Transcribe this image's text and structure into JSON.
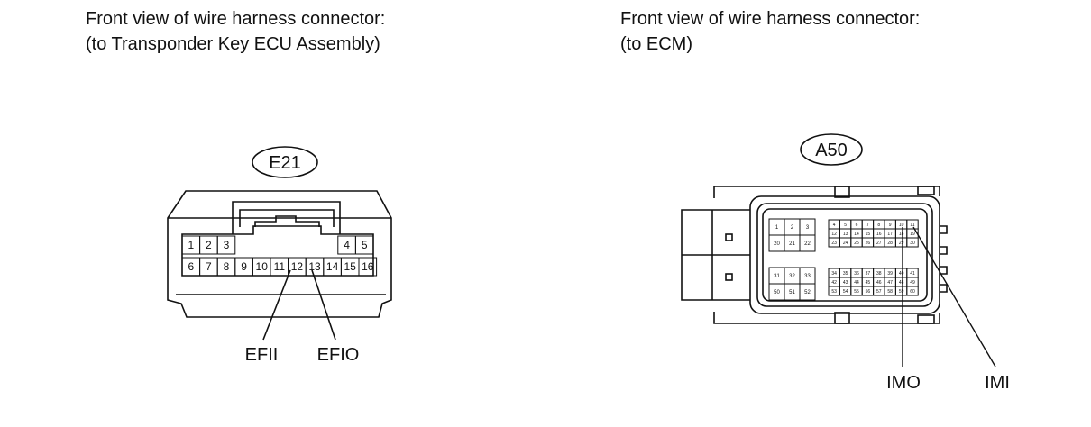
{
  "left": {
    "caption": [
      "Front view of wire harness connector:",
      "(to Transponder Key ECU Assembly)"
    ],
    "connector_id": "E21",
    "top_row_left": [
      "1",
      "2",
      "3"
    ],
    "top_row_right": [
      "4",
      "5"
    ],
    "bottom_row": [
      "6",
      "7",
      "8",
      "9",
      "10",
      "11",
      "12",
      "13",
      "14",
      "15",
      "16"
    ],
    "signals": [
      {
        "name": "EFII",
        "pin": "12"
      },
      {
        "name": "EFIO",
        "pin": "13"
      }
    ]
  },
  "right": {
    "caption": [
      "Front view of wire harness connector:",
      "(to ECM)"
    ],
    "connector_id": "A50",
    "upper_left_pins": [
      [
        "1",
        "2",
        "3"
      ],
      [
        "20",
        "21",
        "22"
      ]
    ],
    "upper_right_pins": [
      [
        "4",
        "5",
        "6",
        "7",
        "8",
        "9",
        "10",
        "11"
      ],
      [
        "12",
        "13",
        "14",
        "15",
        "16",
        "17",
        "18",
        "19"
      ],
      [
        "23",
        "24",
        "25",
        "26",
        "27",
        "28",
        "29",
        "30"
      ]
    ],
    "lower_left_pins": [
      [
        "31",
        "32",
        "33"
      ],
      [
        "50",
        "51",
        "52"
      ]
    ],
    "lower_right_pins": [
      [
        "34",
        "35",
        "36",
        "37",
        "38",
        "39",
        "40",
        "41"
      ],
      [
        "42",
        "43",
        "44",
        "45",
        "46",
        "47",
        "48",
        "49"
      ],
      [
        "53",
        "54",
        "55",
        "56",
        "57",
        "58",
        "59",
        "60"
      ]
    ],
    "signals": [
      {
        "name": "IMO",
        "pin": "10"
      },
      {
        "name": "IMI",
        "pin": "11"
      }
    ]
  }
}
